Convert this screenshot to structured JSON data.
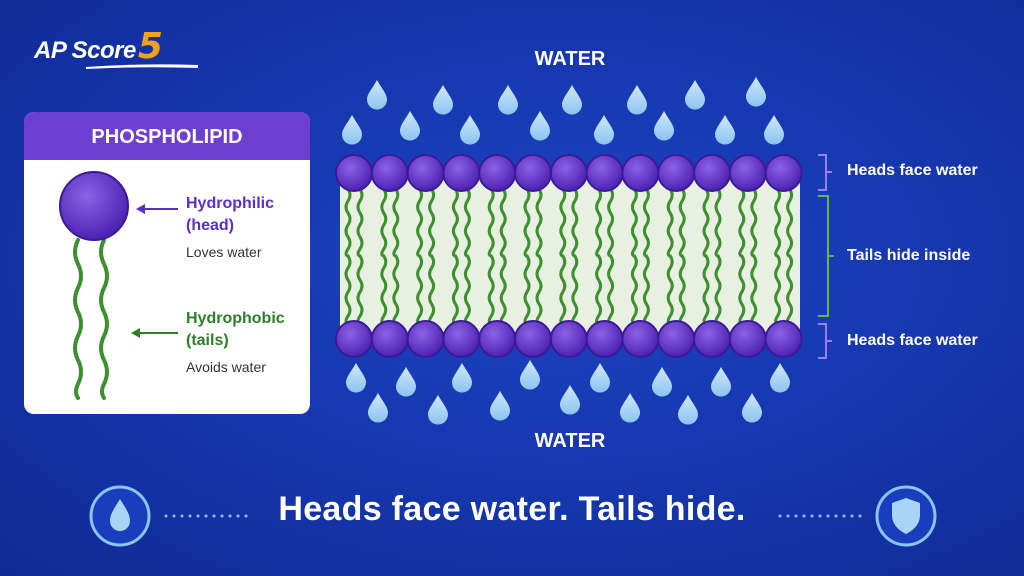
{
  "logo": {
    "prefix": "AP Score",
    "number": "5"
  },
  "card": {
    "title": "PHOSPHOLIPID",
    "head_label": "Hydrophilic",
    "head_sublabel": "(head)",
    "head_desc": "Loves water",
    "tail_label": "Hydrophobic",
    "tail_sublabel": "(tails)",
    "tail_desc": "Avoids water"
  },
  "membrane": {
    "top_label": "WATER",
    "bottom_label": "WATER",
    "side_labels": [
      "Heads face water",
      "Tails hide inside",
      "Heads face water"
    ]
  },
  "banner": {
    "text": "Heads face water. Tails hide."
  },
  "icons": [
    "water-drop-icon",
    "shield-icon"
  ],
  "colors": {
    "background": "#1535ab",
    "head": "#6c3fd1",
    "tail": "#3d8f2f",
    "water": "#a9d4f5",
    "accent": "#f2a01e"
  }
}
